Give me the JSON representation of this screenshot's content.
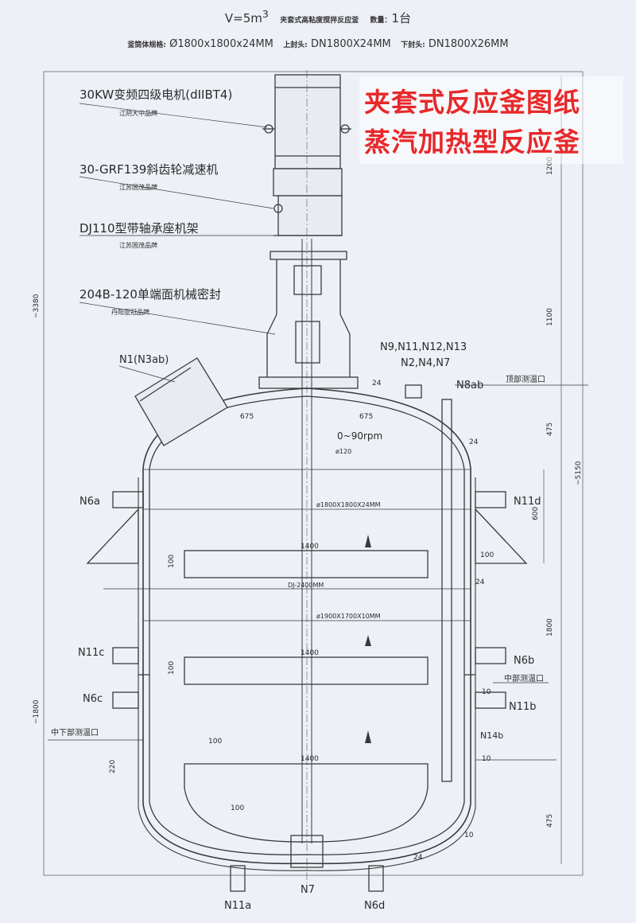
{
  "header": {
    "volume": "V=5m",
    "volume_sup": "3",
    "product": "夹套式高粘度搅拌反应釜",
    "qty_label": "数量：",
    "qty": "1台",
    "spec_label": "釜筒体规格:",
    "spec_body": "Ø1800x1800x24MM",
    "upper_label": "上封头:",
    "upper": "DN1800X24MM",
    "lower_label": "下封头:",
    "lower": "DN1800X26MM"
  },
  "banner": {
    "line1": "夹套式反应釜图纸",
    "line2": "蒸汽加热型反应釜",
    "color": "#e8282a"
  },
  "components": {
    "motor": "30KW变频四级电机(dIIBT4)",
    "motor_brand": "江阴大中品牌",
    "reducer": "30-GRF139斜齿轮减速机",
    "reducer_brand": "江苏国茂品牌",
    "frame": "DJ110型带轴承座机架",
    "frame_brand": "江苏国茂品牌",
    "seal": "204B-120单端面机械密封",
    "seal_brand": "丹阳亚冠品牌"
  },
  "nozzles": {
    "n1": "N1(N3ab)",
    "top_group1": "N9,N11,N12,N13",
    "top_group2": "N2,N4,N7",
    "n8ab": "N8ab",
    "top_temp": "顶部测温口",
    "n6a": "N6a",
    "n11d": "N11d",
    "n11c": "N11c",
    "n6b": "N6b",
    "mid_temp": "中部测温口",
    "n6c": "N6c",
    "n11b": "N11b",
    "mid_low_temp": "中下部测温口",
    "n14b": "N14b",
    "n7": "N7",
    "n11a": "N11a",
    "n6d": "N6d"
  },
  "dims": {
    "d675_left": "675",
    "d675_right": "675",
    "rpm": "0~90rpm",
    "shaft": "ø120",
    "shell": "ø1800X1800X24MM",
    "jacket": "ø1900X1700X10MM",
    "dj": "DJ-2400MM",
    "blade1": "1400",
    "blade2": "1400",
    "blade3": "1400",
    "b100a": "100",
    "b100b": "100",
    "b100c": "100",
    "b100d": "100",
    "b100e": "100",
    "r220": "220",
    "d24a": "24",
    "d24b": "24",
    "d24c": "24",
    "d24d": "24",
    "d10a": "10",
    "d10b": "10",
    "d10c": "10",
    "h1200": "1200",
    "h1100": "1100",
    "h475a": "475",
    "h600": "600",
    "h1800r": "1800",
    "h475b": "475",
    "total_right": "~5150",
    "total_left": "~3380",
    "left_1800": "~1800"
  }
}
